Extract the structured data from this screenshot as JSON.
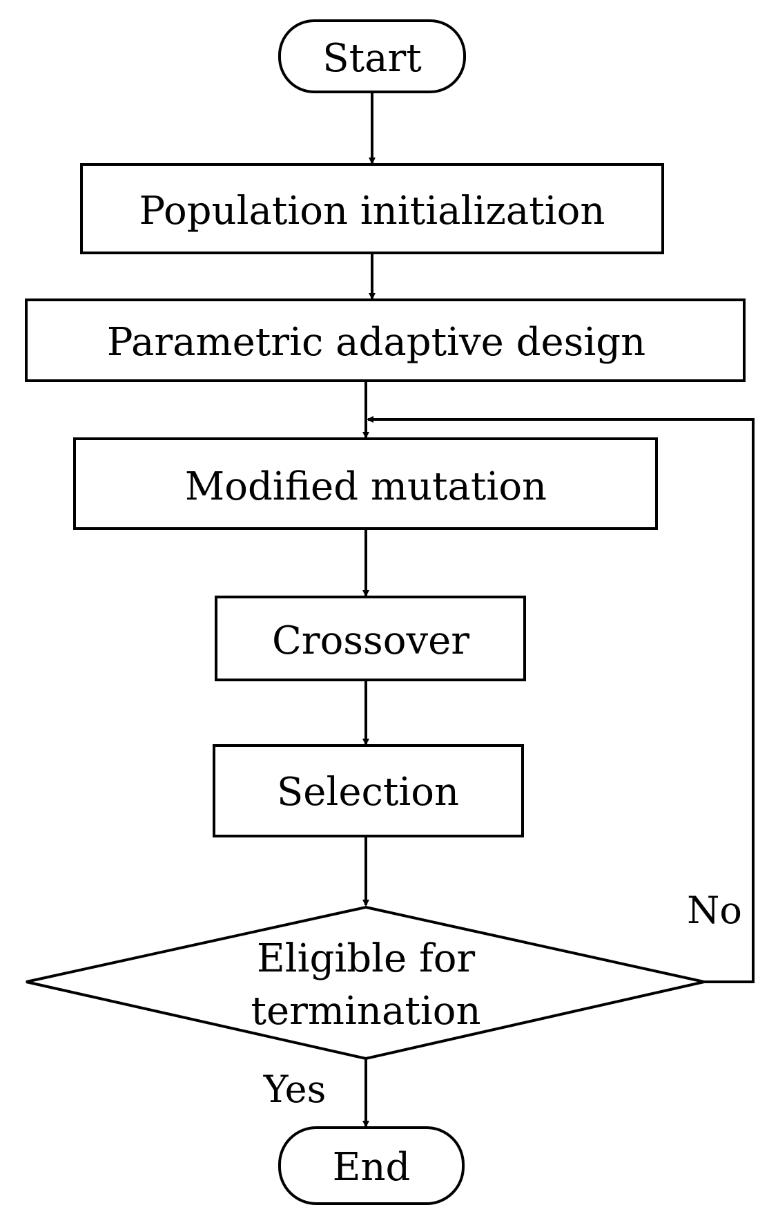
{
  "flowchart": {
    "start": "Start",
    "steps": {
      "init": "Population initialization",
      "adaptive": "Parametric adaptive design",
      "mutation": "Modified mutation",
      "crossover": "Crossover",
      "selection": "Selection"
    },
    "decision": {
      "line1": "Eligible for",
      "line2": "termination"
    },
    "yes_label": "Yes",
    "no_label": "No",
    "end": "End"
  },
  "colors": {
    "stroke": "#000000",
    "background": "#ffffff"
  }
}
